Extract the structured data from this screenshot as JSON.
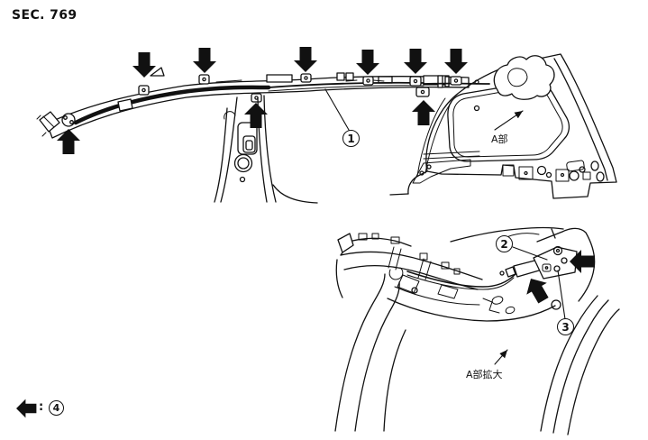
{
  "page": {
    "background_color": "#ffffff",
    "line_color": "#111111",
    "arrow_color": "#111111"
  },
  "header": {
    "section_label": "SEC. 769"
  },
  "main_view": {
    "callout_1": "1",
    "region_label": "A部"
  },
  "detail_view": {
    "callout_2": "2",
    "callout_3": "3",
    "region_label": "A部拡大"
  },
  "legend": {
    "colon": ":",
    "callout_4": "4"
  }
}
